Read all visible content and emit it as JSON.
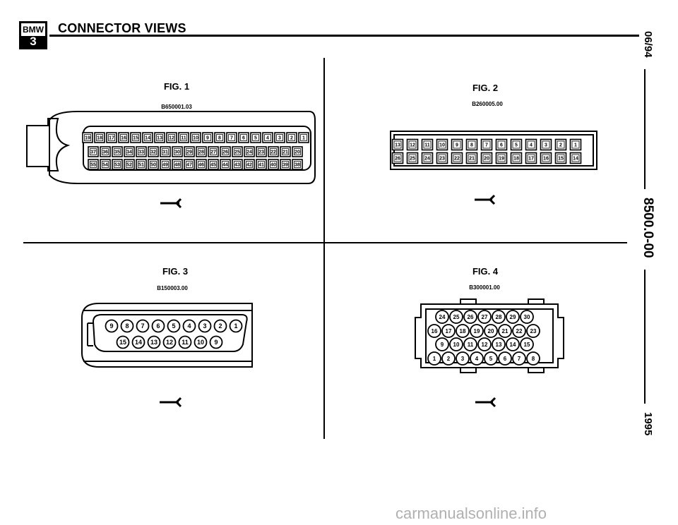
{
  "header": {
    "logo_brand": "BMW",
    "logo_model": "3",
    "title": "CONNECTOR VIEWS"
  },
  "side": {
    "date": "06/94",
    "doc_number": "8500.0-00",
    "year": "1995"
  },
  "figures": [
    {
      "label": "FIG. 1",
      "part_number": "B650001.03",
      "rows": [
        [
          "19",
          "18",
          "17",
          "16",
          "15",
          "14",
          "13",
          "12",
          "11",
          "10",
          "9",
          "8",
          "7",
          "6",
          "5",
          "4",
          "3",
          "2",
          "1"
        ],
        [
          "37",
          "36",
          "35",
          "34",
          "33",
          "32",
          "31",
          "30",
          "29",
          "28",
          "27",
          "26",
          "25",
          "24",
          "23",
          "22",
          "21",
          "20"
        ],
        [
          "55",
          "54",
          "53",
          "52",
          "51",
          "50",
          "49",
          "48",
          "47",
          "46",
          "45",
          "44",
          "43",
          "42",
          "41",
          "40",
          "39",
          "38"
        ]
      ]
    },
    {
      "label": "FIG. 2",
      "part_number": "B260005.00",
      "rows": [
        [
          "13",
          "12",
          "11",
          "10",
          "9",
          "8",
          "7",
          "6",
          "5",
          "4",
          "3",
          "2",
          "1"
        ],
        [
          "26",
          "25",
          "24",
          "23",
          "22",
          "21",
          "20",
          "19",
          "18",
          "17",
          "16",
          "15",
          "14"
        ]
      ]
    },
    {
      "label": "FIG. 3",
      "part_number": "B150003.00",
      "rows": [
        [
          "9",
          "8",
          "7",
          "6",
          "5",
          "4",
          "3",
          "2",
          "1"
        ],
        [
          "15",
          "14",
          "13",
          "12",
          "11",
          "10",
          "9"
        ]
      ]
    },
    {
      "label": "FIG. 4",
      "part_number": "B300001.00",
      "rows": [
        [
          "24",
          "25",
          "26",
          "27",
          "28",
          "29",
          "30"
        ],
        [
          "16",
          "17",
          "18",
          "19",
          "20",
          "21",
          "22",
          "23"
        ],
        [
          "9",
          "10",
          "11",
          "12",
          "13",
          "14",
          "15"
        ],
        [
          "1",
          "2",
          "3",
          "4",
          "5",
          "6",
          "7",
          "8"
        ]
      ]
    }
  ],
  "watermark": "carmanualsonline.info"
}
